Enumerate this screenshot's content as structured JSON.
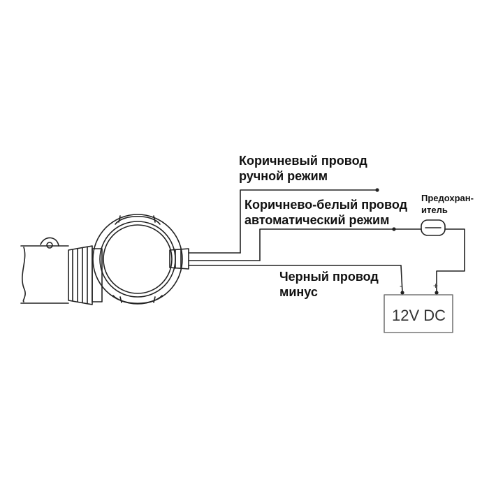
{
  "labels": {
    "brown_wire": {
      "line1": "Коричневый провод",
      "line2": "ручной режим"
    },
    "brown_white_wire": {
      "line1": "Коричнево-белый провод",
      "line2": "автоматический режим"
    },
    "black_wire": {
      "line1": "Черный провод",
      "line2": "минус"
    },
    "fuse": {
      "line1": "Предохран-",
      "line2": "итель"
    }
  },
  "power_supply": {
    "label": "12V DC",
    "minus_sign": "-",
    "plus_sign": "+"
  }
}
